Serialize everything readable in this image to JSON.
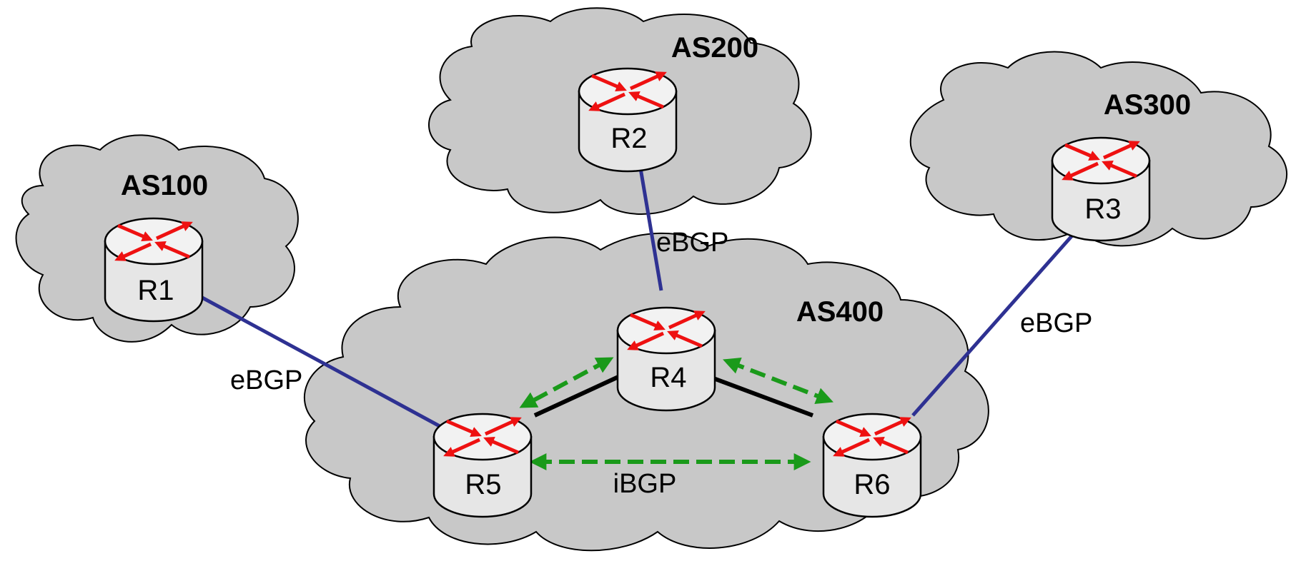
{
  "colors": {
    "cloud_fill": "#c8c8c8",
    "cloud_stroke": "#000000",
    "ebgp_link": "#2e3192",
    "internal_link": "#000000",
    "ibgp_session": "#1a9a1a",
    "router_arrow": "#ee1111",
    "router_body": "#e6e6e6"
  },
  "autonomous_systems": [
    {
      "name": "AS100"
    },
    {
      "name": "AS200"
    },
    {
      "name": "AS300"
    },
    {
      "name": "AS400"
    }
  ],
  "routers": [
    {
      "name": "R1",
      "as": "AS100"
    },
    {
      "name": "R2",
      "as": "AS200"
    },
    {
      "name": "R3",
      "as": "AS300"
    },
    {
      "name": "R4",
      "as": "AS400"
    },
    {
      "name": "R5",
      "as": "AS400"
    },
    {
      "name": "R6",
      "as": "AS400"
    }
  ],
  "links": [
    {
      "from": "R1",
      "to": "R5",
      "type": "eBGP",
      "label": "eBGP"
    },
    {
      "from": "R2",
      "to": "R4",
      "type": "eBGP",
      "label": "eBGP"
    },
    {
      "from": "R3",
      "to": "R6",
      "type": "eBGP",
      "label": "eBGP"
    },
    {
      "from": "R4",
      "to": "R5",
      "type": "internal"
    },
    {
      "from": "R4",
      "to": "R6",
      "type": "internal"
    }
  ],
  "ibgp_sessions": [
    {
      "from": "R4",
      "to": "R5"
    },
    {
      "from": "R4",
      "to": "R6"
    },
    {
      "from": "R5",
      "to": "R6",
      "label": "iBGP"
    }
  ],
  "icons": {
    "router": "router-icon",
    "cloud": "cloud-icon"
  }
}
